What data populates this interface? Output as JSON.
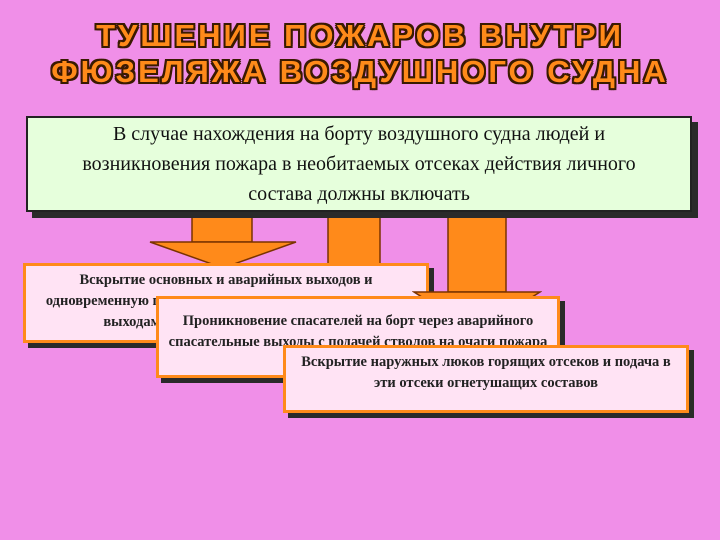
{
  "title": {
    "line1": "ТУШЕНИЕ ПОЖАРОВ ВНУТРИ",
    "line2": "ФЮЗЕЛЯЖА ВОЗДУШНОГО СУДНА"
  },
  "main_text": "В случае нахождения на борту воздушного судна людей и возникновения пожара в необитаемых отсеках действия личного состава должны включать",
  "cards": [
    {
      "text": "Вскрытие основных и аварийных выходов и одновременную подачу огнетушащих составов по этим выходам, если они не заблокированы"
    },
    {
      "text": "Проникновение спасателей на борт через аварийного спасательные выходы с подачей стволов на очаги пожара"
    },
    {
      "text": "Вскрытие наружных люков горящих отсеков и подача в эти отсеки огнетушащих составов"
    }
  ],
  "colors": {
    "background": "#f08fe8",
    "title": "#ff8a1a",
    "main_box": "#e6ffdc",
    "card": "#ffe3f4",
    "border_orange": "#ff8a1a",
    "arrow": "#ff8a1a"
  },
  "icons": [
    "down-arrow-icon",
    "down-arrow-icon",
    "down-arrow-icon"
  ]
}
